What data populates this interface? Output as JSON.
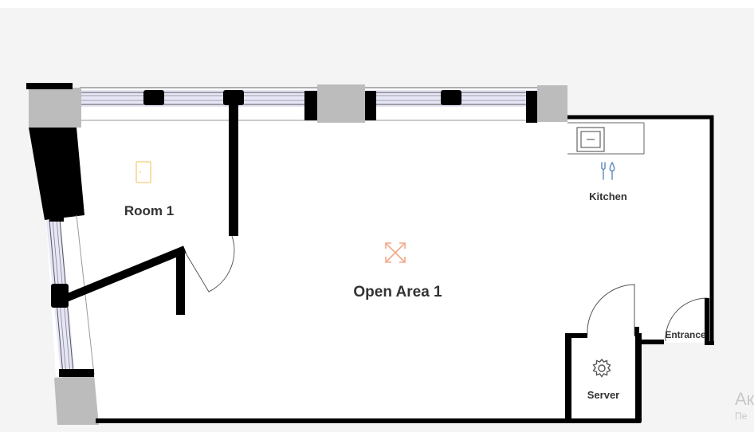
{
  "floor_plan": {
    "rooms": [
      {
        "id": "room-1",
        "label": "Room 1",
        "icon": "door-icon",
        "icon_color": "#f5d78e"
      },
      {
        "id": "open-area-1",
        "label": "Open Area 1",
        "icon": "expand-arrows-icon",
        "icon_color": "#f2a98a"
      },
      {
        "id": "kitchen",
        "label": "Kitchen",
        "icon": "fork-knife-icon",
        "icon_color": "#6a8fc2"
      },
      {
        "id": "server",
        "label": "Server",
        "icon": "gear-icon",
        "icon_color": "#555555"
      },
      {
        "id": "entrance",
        "label": "Entrance",
        "icon": "",
        "icon_color": ""
      }
    ]
  },
  "watermark": {
    "line1": "Ак",
    "line2": "Пе"
  },
  "colors": {
    "wall": "#000000",
    "column": "#bcbcbc",
    "window": "#e6e6f8",
    "floor": "#ffffff",
    "background": "#f4f4f4"
  }
}
